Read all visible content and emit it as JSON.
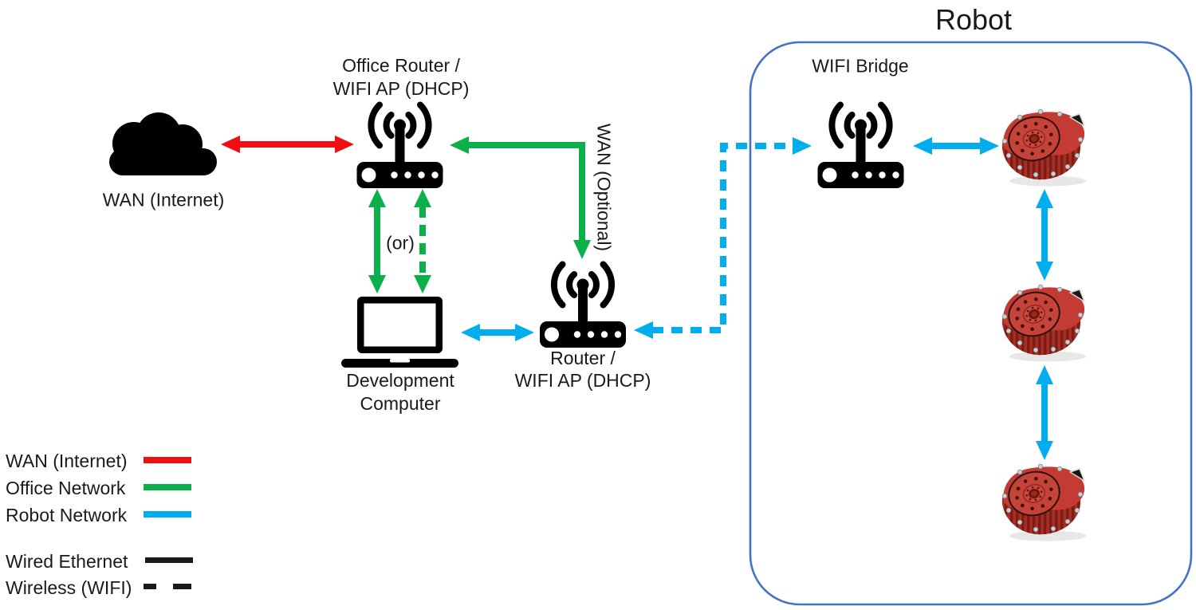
{
  "colors": {
    "wan": "#F20D12",
    "office": "#0CB04A",
    "robot": "#00AEEF",
    "frame": "#4472C4",
    "ink": "#1A1A1A"
  },
  "diagram": {
    "wan_cloud": {
      "label": "WAN (Internet)",
      "icon": "cloud-icon"
    },
    "office_router": {
      "label_line1": "Office Router /",
      "label_line2": "WIFI AP (DHCP)",
      "icon": "wifi-router-icon"
    },
    "dev_computer": {
      "label_line1": "Development",
      "label_line2": "Computer",
      "icon": "laptop-icon"
    },
    "lan_router": {
      "label_line1": "Router /",
      "label_line2": "WIFI AP (DHCP)",
      "icon": "wifi-router-icon"
    },
    "connection_labels": {
      "or": "(or)",
      "wan_optional": "WAN (Optional)"
    },
    "robot": {
      "title": "Robot",
      "wifi_bridge": {
        "label": "WIFI Bridge",
        "icon": "wifi-router-icon"
      },
      "actuator_count": 3,
      "actuator_icon": "red-actuator-module"
    },
    "connections": [
      {
        "from": "wan_cloud",
        "to": "office_router",
        "network": "WAN (Internet)",
        "link": "wired",
        "bidirectional": true
      },
      {
        "from": "office_router",
        "to": "lan_router",
        "network": "Office Network",
        "link": "wired",
        "label": "WAN (Optional)"
      },
      {
        "from": "office_router",
        "to": "dev_computer",
        "network": "Office Network",
        "link": "wired",
        "label": "(or)",
        "bidirectional": true
      },
      {
        "from": "office_router",
        "to": "dev_computer",
        "network": "Office Network",
        "link": "wireless",
        "label": "(or)",
        "bidirectional": true
      },
      {
        "from": "dev_computer",
        "to": "lan_router",
        "network": "Robot Network",
        "link": "wired",
        "bidirectional": true
      },
      {
        "from": "lan_router",
        "to": "wifi_bridge",
        "network": "Robot Network",
        "link": "wireless"
      },
      {
        "from": "wifi_bridge",
        "to": "actuator_1",
        "network": "Robot Network",
        "link": "wired",
        "bidirectional": true
      },
      {
        "from": "actuator_1",
        "to": "actuator_2",
        "network": "Robot Network",
        "link": "wired",
        "bidirectional": true
      },
      {
        "from": "actuator_2",
        "to": "actuator_3",
        "network": "Robot Network",
        "link": "wired",
        "bidirectional": true
      }
    ]
  },
  "legend": {
    "network_key": [
      {
        "label": "WAN (Internet)",
        "color": "#F20D12",
        "style": "solid"
      },
      {
        "label": "Office Network",
        "color": "#0CB04A",
        "style": "solid"
      },
      {
        "label": "Robot Network",
        "color": "#00AEEF",
        "style": "solid"
      }
    ],
    "link_key": [
      {
        "label": "Wired Ethernet",
        "color": "#1A1A1A",
        "style": "solid"
      },
      {
        "label": "Wireless (WIFI)",
        "color": "#1A1A1A",
        "style": "dashed"
      }
    ]
  }
}
